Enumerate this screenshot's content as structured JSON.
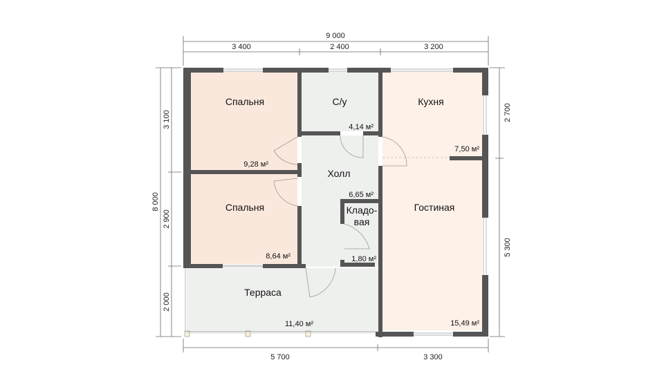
{
  "dimensions": {
    "top_total": "9 000",
    "top_segments": [
      "3 400",
      "2 400",
      "3 200"
    ],
    "bottom_segments": [
      "5 700",
      "3 300"
    ],
    "left_total": "8 000",
    "left_segments": [
      "3 100",
      "2 900",
      "2 000"
    ],
    "right_segments": [
      "2 700",
      "5 300"
    ]
  },
  "rooms": {
    "bedroom1": {
      "name": "Спальня",
      "area": "9,28 м²"
    },
    "bedroom2": {
      "name": "Спальня",
      "area": "8,64 м²"
    },
    "bathroom": {
      "name": "С/у",
      "area": "4,14 м²"
    },
    "kitchen": {
      "name": "Кухня",
      "area": "7,50 м²"
    },
    "hall": {
      "name": "Холл",
      "area": "6,65 м²"
    },
    "storage": {
      "name_line1": "Кладо-",
      "name_line2": "вая",
      "area": "1,80 м²"
    },
    "living": {
      "name": "Гостиная",
      "area": "15,49 м²"
    },
    "terrace": {
      "name": "Терраса",
      "area": "11,40 м²"
    }
  },
  "colors": {
    "bedroom_fill": "#fbe8dd",
    "living_fill": "#fdf1e8",
    "hall_fill": "#eef0ee",
    "terrace_fill": "#eef0ee",
    "wall": "#555555"
  }
}
